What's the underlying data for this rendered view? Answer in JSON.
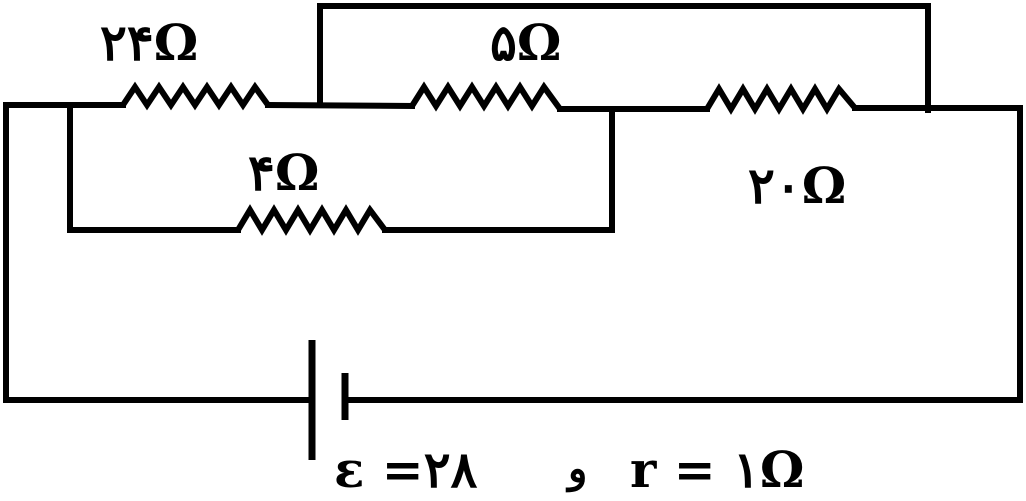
{
  "circuit": {
    "resistors": {
      "r24": {
        "label": "۲۴Ω"
      },
      "r5": {
        "label": "۵Ω"
      },
      "r4": {
        "label": "۴Ω"
      },
      "r20": {
        "label": "۲۰Ω"
      }
    },
    "battery": {
      "emf_label": "ε =۲۸",
      "conjunction": "و",
      "internal_resistance_label": "r = ۱Ω"
    }
  },
  "colors": {
    "wire": "#000000",
    "background": "#ffffff"
  }
}
